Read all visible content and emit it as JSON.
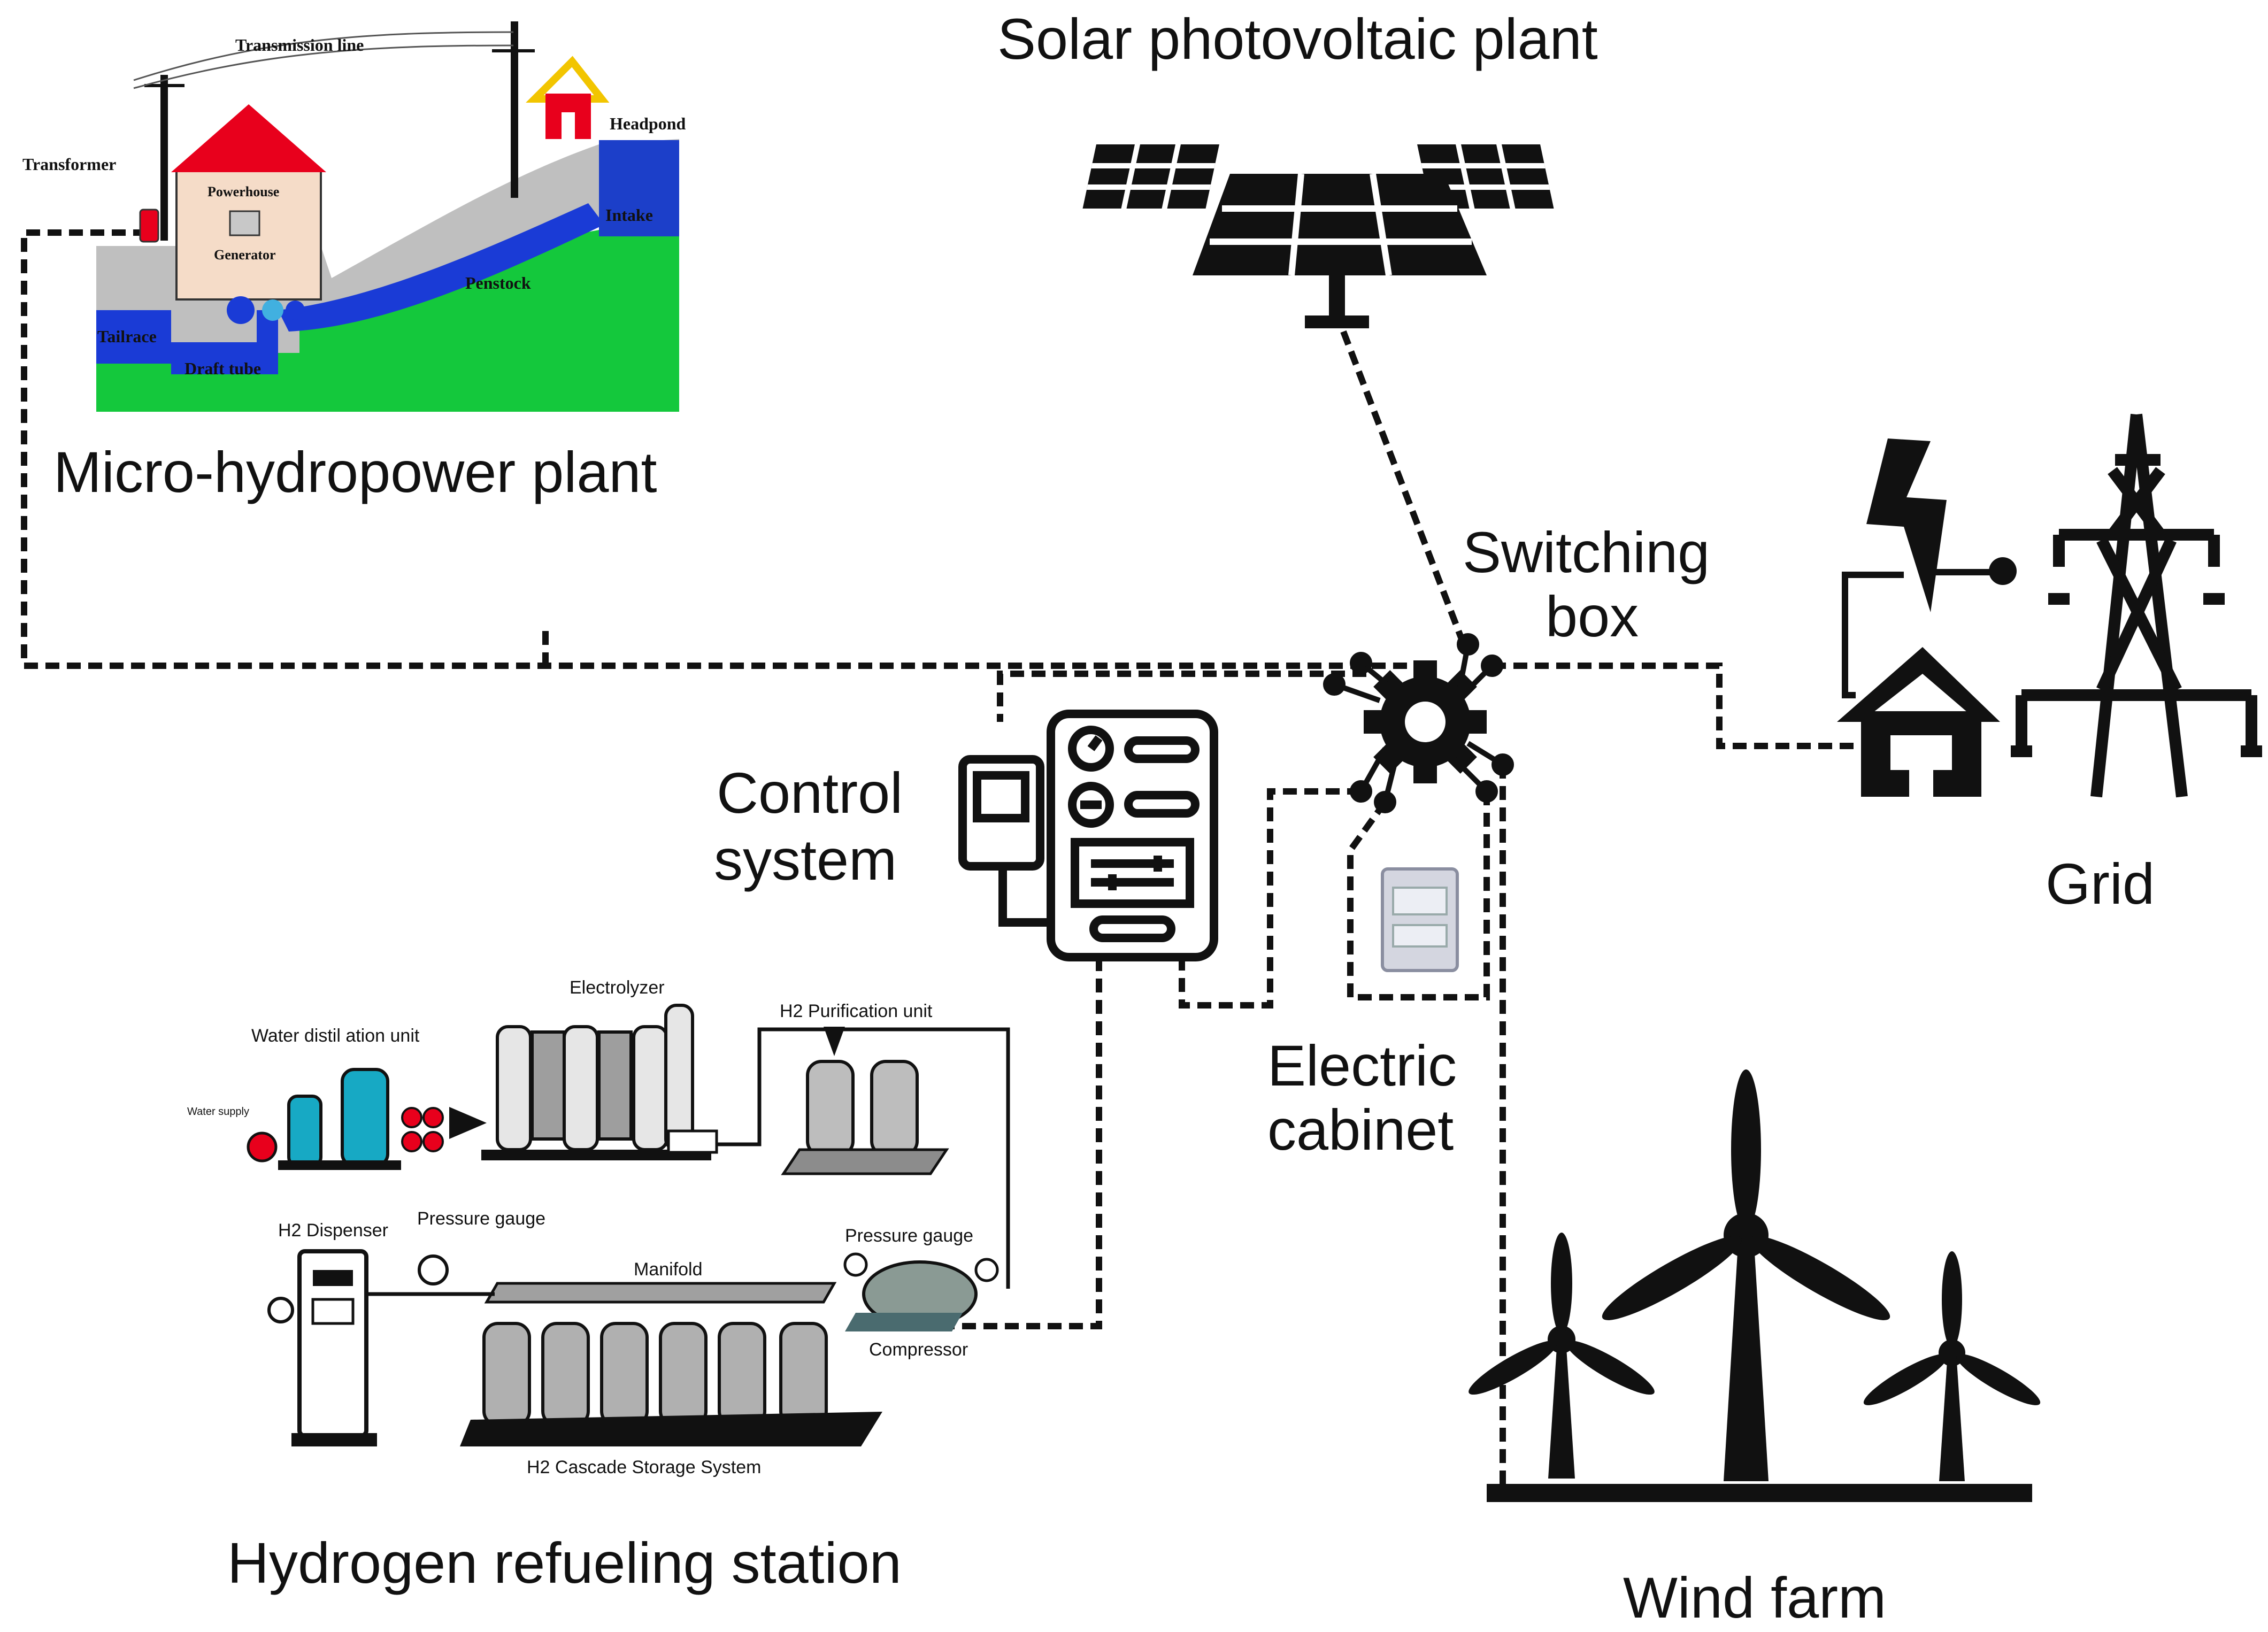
{
  "labels": {
    "solar": "Solar photovoltaic plant",
    "hydro": "Micro-hydropower plant",
    "switching_line1": "Switching",
    "switching_line2": "box",
    "control_line1": "Control",
    "control_line2": "system",
    "electric_line1": "Electric",
    "electric_line2": "cabinet",
    "grid": "Grid",
    "hydrogen": "Hydrogen refueling station",
    "wind": "Wind farm"
  },
  "hydro_parts": {
    "transmission_line": "Transmission line",
    "headpond": "Headpond",
    "transformer": "Transformer",
    "powerhouse": "Powerhouse",
    "generator": "Generator",
    "intake": "Intake",
    "penstock": "Penstock",
    "tailrace": "Tailrace",
    "draft_tube": "Draft tube"
  },
  "hydrogen_parts": {
    "electrolyzer": "Electrolyzer",
    "water_distillation": "Water distil ation unit",
    "water_supply": "Water supply",
    "purification": "H2 Purification unit",
    "dispenser": "H2 Dispenser",
    "pressure_gauge_left": "Pressure gauge",
    "manifold": "Manifold",
    "pressure_gauge_right": "Pressure gauge",
    "compressor": "Compressor",
    "storage": "H2 Cascade Storage System"
  },
  "colors": {
    "roof": "#e8001c",
    "water": "#1a3bd6",
    "grass": "#14c83c",
    "intake": "#1c3fc9",
    "teal": "#17a9c4",
    "ink": "#111111"
  },
  "icons": [
    "solar-panel-icon",
    "gear-icon",
    "control-panel-icon",
    "cabinet-icon",
    "house-icon",
    "lightning-icon",
    "pylon-icon",
    "wind-turbine-icon"
  ]
}
